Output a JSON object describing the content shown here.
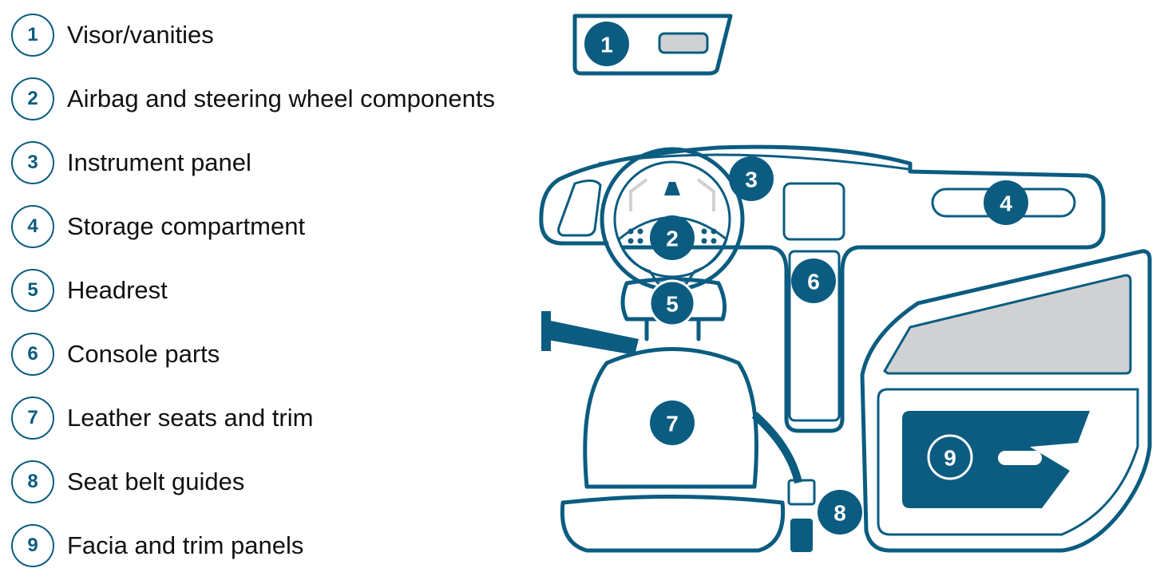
{
  "legend": [
    {
      "num": "1",
      "label": "Visor/vanities"
    },
    {
      "num": "2",
      "label": "Airbag and steering wheel components"
    },
    {
      "num": "3",
      "label": "Instrument panel"
    },
    {
      "num": "4",
      "label": "Storage compartment"
    },
    {
      "num": "5",
      "label": "Headrest"
    },
    {
      "num": "6",
      "label": "Console parts"
    },
    {
      "num": "7",
      "label": "Leather seats and trim"
    },
    {
      "num": "8",
      "label": "Seat belt guides"
    },
    {
      "num": "9",
      "label": "Facia and trim panels"
    }
  ],
  "colors": {
    "accent": "#0b5c80",
    "grey": "#cfd1d3"
  }
}
